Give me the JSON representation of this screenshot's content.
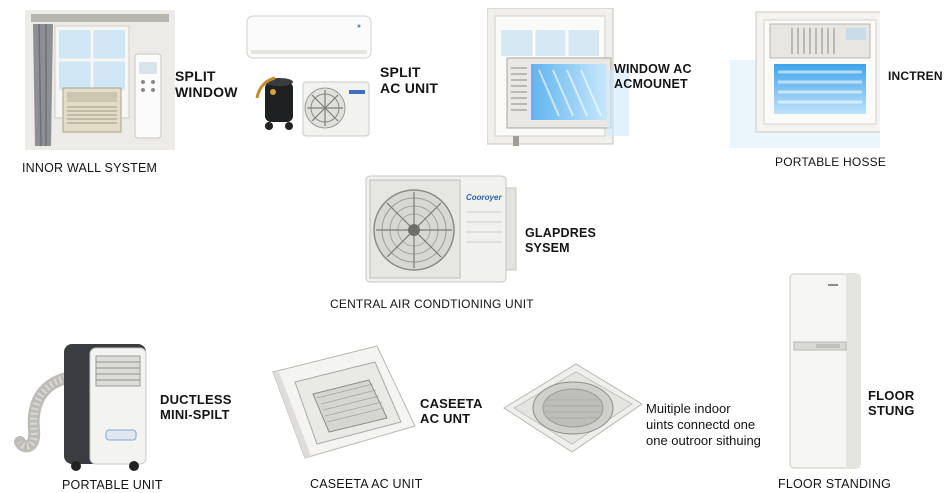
{
  "items": [
    {
      "name": "innor-wall-system",
      "labels": [
        "SPLIT\nWINDOW"
      ],
      "caption": "INNOR WALL SYSTEM"
    },
    {
      "name": "split-ac-unit",
      "labels": [
        "SPLIT\nAC UNIT"
      ],
      "caption": ""
    },
    {
      "name": "window-ac",
      "labels": [
        "WINDOW AC\nACMOUNET"
      ],
      "caption": ""
    },
    {
      "name": "portable-hosse",
      "labels": [
        "INCTREN"
      ],
      "caption": "PORTABLE HOSSE"
    },
    {
      "name": "central-air",
      "labels": [
        "GLAPDRES\nSYSEM"
      ],
      "caption": "CENTRAL AIR CONDTIONING UNIT",
      "brand": "Cooroyer"
    },
    {
      "name": "portable-unit",
      "labels": [
        "DUCTLESS\nMINI-SPILT"
      ],
      "caption": "PORTABLE UNIT"
    },
    {
      "name": "caseeta-ac-unit",
      "labels": [
        "CASEETA\nAC UNT"
      ],
      "caption": "CASEETA AC UNIT"
    },
    {
      "name": "multiple-indoor",
      "labels": [
        "Muitiple indoor\nuints connectd one\none outroor sithuing"
      ],
      "caption": ""
    },
    {
      "name": "floor-standing",
      "labels": [
        "FLOOR\nSTUNG"
      ],
      "caption": "FLOOR STANDING"
    }
  ],
  "colors": {
    "text": "#141414",
    "unit": "#f3f3f1",
    "unit_edge": "#c9c9c6",
    "cool": "#7ec4f0",
    "frame": "#e8e6e2"
  }
}
